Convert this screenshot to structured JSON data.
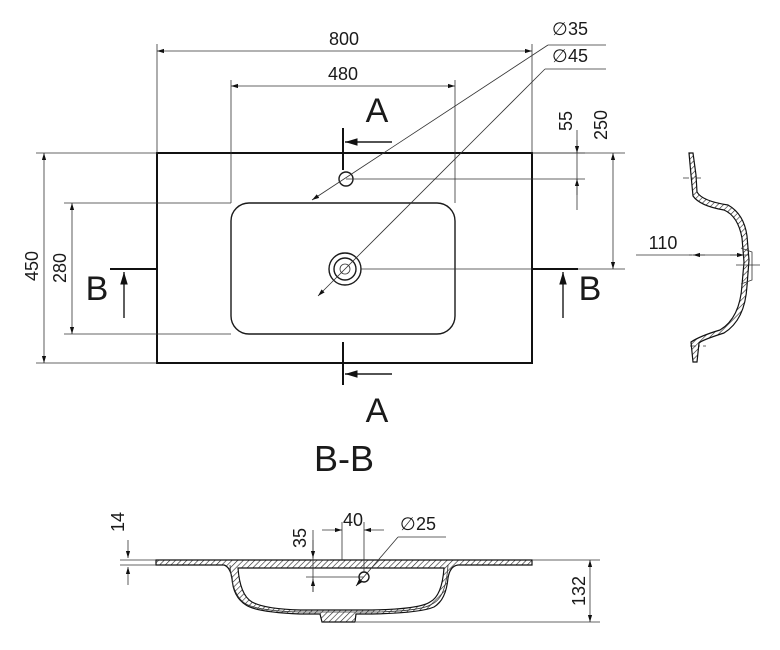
{
  "top_view": {
    "width_dim": "800",
    "bowl_width_dim": "480",
    "depth_dim": "450",
    "bowl_depth_dim": "280",
    "tap_offset_dim": "55",
    "drain_offset_dim": "250",
    "tap_hole_dim": "35",
    "drain_hole_dim": "45",
    "section_a_top": "A",
    "section_a_bottom": "A",
    "section_b_left": "B",
    "section_b_right": "B"
  },
  "side_view": {
    "depth_dim": "110"
  },
  "section_view": {
    "title": "B-B",
    "rim_dim": "14",
    "hole_offset_dim": "35",
    "hole_spacing_dim": "40",
    "overflow_hole_dim": "25",
    "height_dim": "132"
  },
  "symbols": {
    "diameter": "∅"
  }
}
